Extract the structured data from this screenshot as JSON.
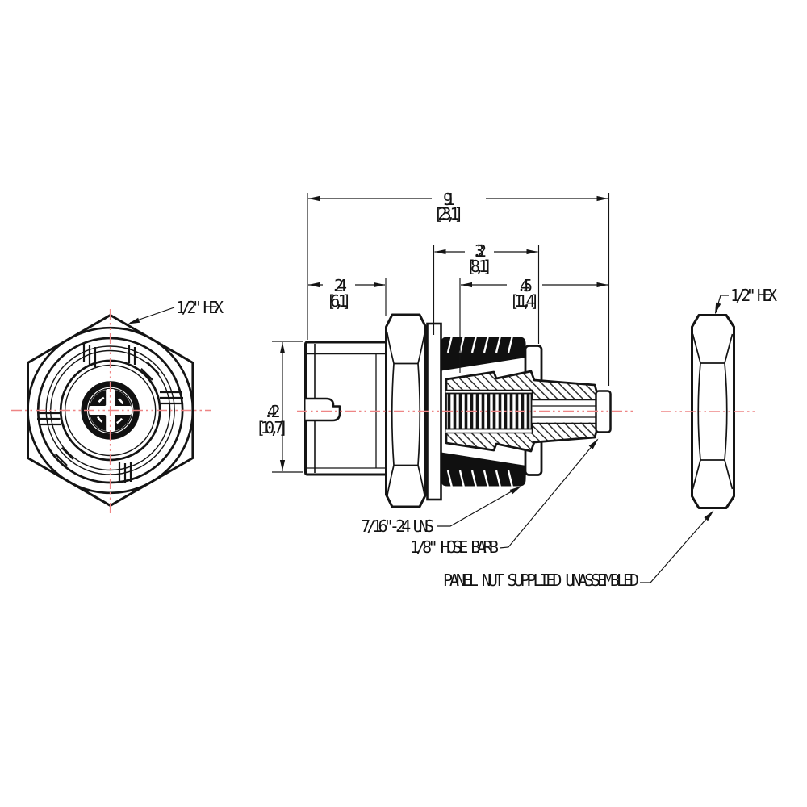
{
  "drawing": {
    "type": "engineering-dimension-drawing",
    "part": "hose barb bulkhead fitting with panel nut",
    "labels": {
      "front_hex": "1/2\" HEX",
      "nut_hex": "1/2\" HEX",
      "thread_spec": "7/16\"-24 UNS",
      "barb_spec": "1/8\" HOSE BARB",
      "nut_note": "PANEL NUT SUPPLIED UNASSEMBLED"
    },
    "dimensions": {
      "overall_length": {
        "inches": ".91",
        "metric": "[23,1]"
      },
      "thread_length": {
        "inches": ".32",
        "metric": "[8,1]"
      },
      "body_length": {
        "inches": ".24",
        "metric": "[6,1]"
      },
      "barb_length": {
        "inches": ".45",
        "metric": "[11,4]"
      },
      "body_height": {
        "inches": ".42",
        "metric": "[10,7]"
      }
    },
    "colors": {
      "ink": "#141414",
      "centerline": "#ee8585",
      "background": "#ffffff"
    }
  }
}
